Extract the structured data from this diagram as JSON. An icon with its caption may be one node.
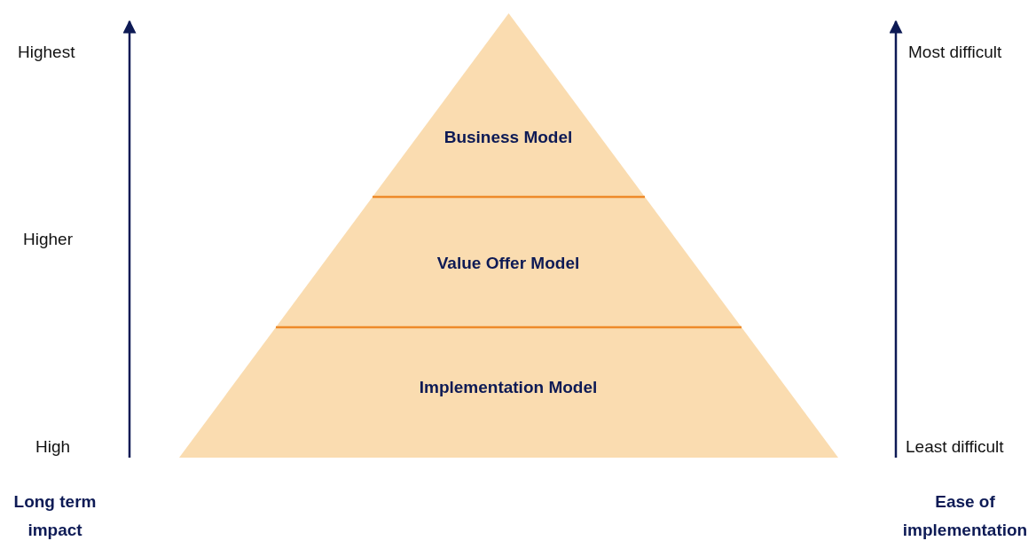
{
  "diagram": {
    "nodes": [
      {
        "text": [
          "Business Model"
        ]
      },
      {
        "text": [
          "Value Offer Model"
        ]
      },
      {
        "text": [
          "Implementation Model"
        ]
      }
    ],
    "labels": [
      "Highest",
      "Most difficult",
      "Higher",
      "High",
      "Least difficult",
      "Long term impact",
      "Ease of implementation"
    ]
  }
}
